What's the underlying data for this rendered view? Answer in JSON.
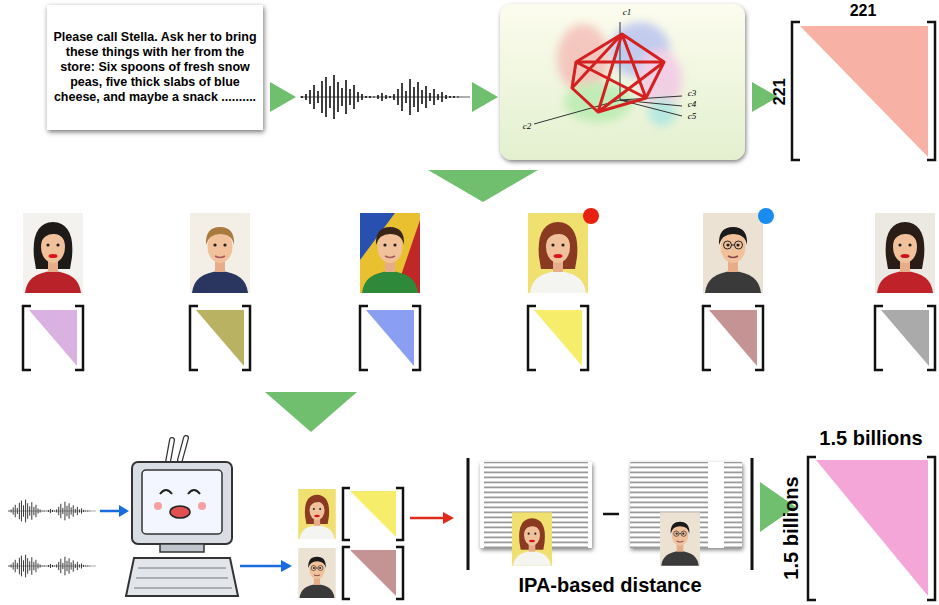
{
  "diagram": {
    "nodes": [
      {
        "text": [
          "Please call Stella. Ask her to bring these things with her from the store: Six spoons of fresh snow peas, five thick slabs of blue cheese, and maybe a snack .........."
        ]
      }
    ],
    "labels": [
      "221",
      "221",
      "c1",
      "c2",
      "c3",
      "c4",
      "c5",
      "IPA-based distance",
      "1.5 billions",
      "1.5 billions"
    ]
  }
}
